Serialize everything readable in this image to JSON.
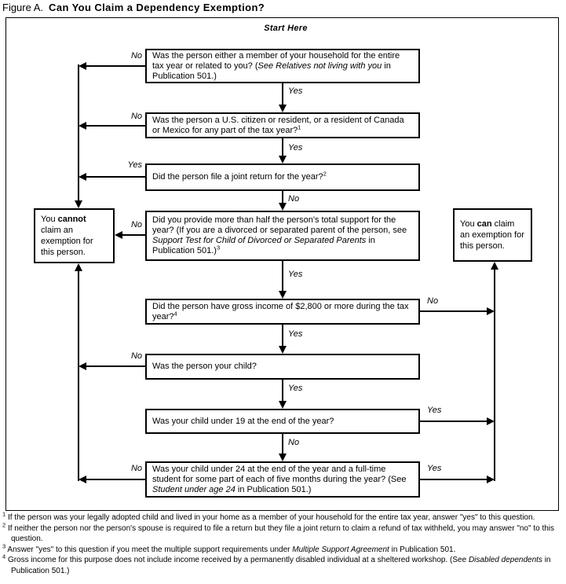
{
  "title": {
    "prefix": "Figure A.",
    "main": "Can You Claim a Dependency Exemption?"
  },
  "start_here": "Start Here",
  "labels": {
    "yes": "Yes",
    "no": "No"
  },
  "colors": {
    "ink": "#000000",
    "paper": "#ffffff"
  },
  "questions": {
    "q1": {
      "rich": [
        {
          "t": "Was the person either a member of your household for the entire tax year or related to you? ("
        },
        {
          "t": "See Relatives not living with you",
          "i": true
        },
        {
          "t": " in Publication 501.)"
        }
      ]
    },
    "q2": {
      "rich": [
        {
          "t": "Was the person a U.S. citizen or resident, or a resident of Canada or Mexico for any part of the tax year?"
        },
        {
          "t": "1",
          "sup": true
        }
      ]
    },
    "q3": {
      "rich": [
        {
          "t": "Did the person file a joint return for the year?"
        },
        {
          "t": "2",
          "sup": true
        }
      ]
    },
    "q4": {
      "rich": [
        {
          "t": "Did you provide more than half the person's total support for the year? (If you are a divorced or separated parent of the person, see "
        },
        {
          "t": "Support Test for Child of Divorced or Separated Parents",
          "i": true
        },
        {
          "t": " in Publication 501.)"
        },
        {
          "t": "3",
          "sup": true
        }
      ]
    },
    "q5": {
      "rich": [
        {
          "t": "Did the person have gross income of $2,800 or more during the tax year?"
        },
        {
          "t": "4",
          "sup": true
        }
      ]
    },
    "q6": {
      "rich": [
        {
          "t": "Was the person your child?"
        }
      ]
    },
    "q7": {
      "rich": [
        {
          "t": "Was your child under 19 at the end of the year?"
        }
      ]
    },
    "q8": {
      "rich": [
        {
          "t": "Was your child under 24 at the end of the year and a full-time student for some part of each of five months during the year? (See "
        },
        {
          "t": "Student under age 24",
          "i": true
        },
        {
          "t": " in Publication 501.)"
        }
      ]
    }
  },
  "results": {
    "cannot": {
      "rich": [
        {
          "t": "You "
        },
        {
          "t": "cannot",
          "b": true
        },
        {
          "t": " claim an exemption for this person."
        }
      ]
    },
    "can": {
      "rich": [
        {
          "t": "You "
        },
        {
          "t": "can",
          "b": true
        },
        {
          "t": " claim an exemption for this person."
        }
      ]
    }
  },
  "footnotes": [
    {
      "num": "1",
      "rich": [
        {
          "t": "If the person was your legally adopted child and lived in your home as a member of your household for the entire tax year, answer \"yes\" to this question."
        }
      ]
    },
    {
      "num": "2",
      "rich": [
        {
          "t": "If neither the person nor the person's spouse is required to file a return but they file a joint return to claim a refund of tax withheld, you may answer \"no\" to this question."
        }
      ]
    },
    {
      "num": "3",
      "rich": [
        {
          "t": "Answer \"yes\" to this question if you meet the multiple support requirements under "
        },
        {
          "t": "Multiple Support Agreement",
          "i": true
        },
        {
          "t": " in Publication 501."
        }
      ]
    },
    {
      "num": "4",
      "rich": [
        {
          "t": "Gross income for this purpose does not include income received by a permanently disabled individual at a sheltered workshop. (See "
        },
        {
          "t": "Disabled dependents",
          "i": true
        },
        {
          "t": " in Publication 501.)"
        }
      ]
    }
  ]
}
